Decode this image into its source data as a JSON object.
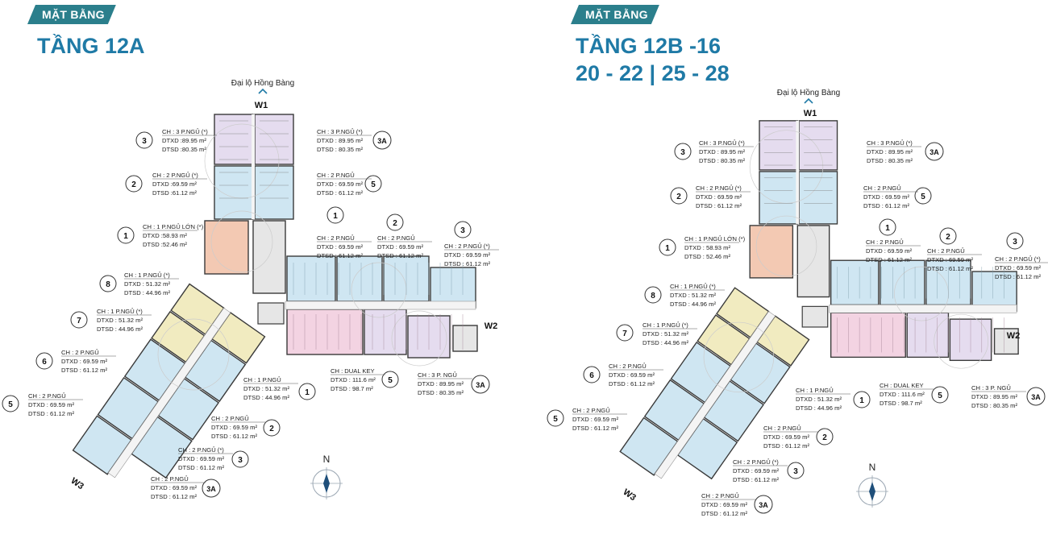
{
  "colors": {
    "brand": "#1f7aa6",
    "badge": "#2b7f8c",
    "unit_2br": "#cfe6f2",
    "unit_3br": "#e5dcef",
    "unit_1br_large": "#f3c9b3",
    "unit_1br": "#f1ebc0",
    "dual_key": "#f3d3e2",
    "core": "#e6e6e6",
    "wall": "#3a3a3a"
  },
  "panels": [
    {
      "badge": "MẶT BẰNG",
      "title_lines": [
        "TẦNG 12A"
      ],
      "road": "Đại lộ Hồng Bàng",
      "wings": [
        "W1",
        "W2",
        "W3"
      ],
      "compass": "N",
      "annotations": [
        {
          "num": "3",
          "lines": [
            "CH : 3 P.NGỦ (*)",
            "DTXD :89.95 m²",
            "DTSD :80.35 m²"
          ]
        },
        {
          "num": "3A",
          "lines": [
            "CH : 3 P.NGỦ (*)",
            "DTXD : 89.95 m²",
            "DTSD : 80.35 m²"
          ]
        },
        {
          "num": "2",
          "lines": [
            "CH : 2 P.NGỦ (*)",
            "DTXD :69.59 m²",
            "DTSD :61.12 m²"
          ]
        },
        {
          "num": "5",
          "lines": [
            "CH : 2 P.NGỦ",
            "DTXD : 69.59 m²",
            "DTSD : 61.12 m²"
          ]
        },
        {
          "num": "1",
          "lines": [
            "CH : 1 P.NGỦ LỚN (*)",
            "DTXD :58.93 m²",
            "DTSD :52.46 m²"
          ]
        },
        {
          "num": "1",
          "lines": [
            "CH : 2 P.NGỦ",
            "DTXD : 69.59 m²",
            "DTSD : 61.12 m²"
          ]
        },
        {
          "num": "2",
          "lines": [
            "CH : 2 P.NGỦ",
            "DTXD : 69.59 m²",
            "DTSD : 61.12 m²"
          ]
        },
        {
          "num": "3",
          "lines": [
            "CH : 2 P.NGỦ (*)",
            "DTXD : 69.59 m²",
            "DTSD : 61.12 m²"
          ]
        },
        {
          "num": "8",
          "lines": [
            "CH : 1 P.NGỦ (*)",
            "DTXD : 51.32 m²",
            "DTSD : 44.96 m²"
          ]
        },
        {
          "num": "7",
          "lines": [
            "CH : 1 P.NGỦ (*)",
            "DTXD : 51.32 m²",
            "DTSD : 44.96 m²"
          ]
        },
        {
          "num": "6",
          "lines": [
            "CH : 2 P.NGỦ",
            "DTXD : 69.59 m²",
            "DTSD : 61.12 m²"
          ]
        },
        {
          "num": "5",
          "lines": [
            "CH : 2 P.NGỦ",
            "DTXD : 69.59 m²",
            "DTSD : 61.12 m²"
          ]
        },
        {
          "num": "5",
          "lines": [
            "CH : DUAL KEY",
            "DTXD : 111.6 m²",
            "DTSD : 98.7 m²"
          ]
        },
        {
          "num": "3A",
          "lines": [
            "CH : 3 P. NGỦ",
            "DTXD : 89.95 m²",
            "DTSD : 80.35 m²"
          ]
        },
        {
          "num": "1",
          "lines": [
            "CH : 1 P.NGỦ",
            "DTXD : 51.32 m²",
            "DTSD : 44.96 m²"
          ]
        },
        {
          "num": "2",
          "lines": [
            "CH : 2 P.NGỦ",
            "DTXD : 69.59 m²",
            "DTSD : 61.12 m²"
          ]
        },
        {
          "num": "3",
          "lines": [
            "CH : 2 P.NGỦ (*)",
            "DTXD : 69.59 m²",
            "DTSD : 61.12 m²"
          ]
        },
        {
          "num": "3A",
          "lines": [
            "CH : 2 P.NGỦ",
            "DTXD : 69.59 m²",
            "DTSD : 61.12 m²"
          ]
        }
      ]
    },
    {
      "badge": "MẶT BẰNG",
      "title_lines": [
        "TẦNG 12B -16",
        "20 - 22 | 25 - 28"
      ],
      "road": "Đại lộ Hồng Bàng",
      "wings": [
        "W1",
        "W2",
        "W3"
      ],
      "compass": "N",
      "annotations": [
        {
          "num": "3",
          "lines": [
            "CH : 3 P.NGỦ (*)",
            "DTXD : 89.95 m²",
            "DTSD : 80.35 m²"
          ]
        },
        {
          "num": "3A",
          "lines": [
            "CH : 3 P.NGỦ (*)",
            "DTXD : 89.95 m²",
            "DTSD : 80.35 m²"
          ]
        },
        {
          "num": "2",
          "lines": [
            "CH : 2 P.NGỦ (*)",
            "DTXD : 69.59 m²",
            "DTSD : 61.12 m²"
          ]
        },
        {
          "num": "5",
          "lines": [
            "CH : 2 P.NGỦ",
            "DTXD : 69.59 m²",
            "DTSD : 61.12 m²"
          ]
        },
        {
          "num": "1",
          "lines": [
            "CH : 1 P.NGỦ LỚN (*)",
            "DTXD : 58.93 m²",
            "DTSD : 52.46 m²"
          ]
        },
        {
          "num": "1",
          "lines": [
            "CH : 2 P.NGỦ",
            "DTXD : 69.59 m²",
            "DTSD : 61.12 m²"
          ]
        },
        {
          "num": "2",
          "lines": [
            "CH : 2 P.NGỦ",
            "DTXD : 69.59 m²",
            "DTSD : 61.12 m²"
          ]
        },
        {
          "num": "3",
          "lines": [
            "CH : 2 P.NGỦ (*)",
            "DTXD : 69.59 m²",
            "DTSD : 61.12 m²"
          ]
        },
        {
          "num": "8",
          "lines": [
            "CH : 1 P.NGỦ (*)",
            "DTXD : 51.32 m²",
            "DTSD : 44.96 m²"
          ]
        },
        {
          "num": "7",
          "lines": [
            "CH : 1 P.NGỦ (*)",
            "DTXD : 51.32 m²",
            "DTSD : 44.96 m²"
          ]
        },
        {
          "num": "6",
          "lines": [
            "CH : 2 P.NGỦ",
            "DTXD : 69.59 m²",
            "DTSD : 61.12 m²"
          ]
        },
        {
          "num": "5",
          "lines": [
            "CH : 2 P.NGỦ",
            "DTXD : 69.59 m²",
            "DTSD : 61.12 m²"
          ]
        },
        {
          "num": "5",
          "lines": [
            "CH : DUAL KEY",
            "DTXD : 111.6 m²",
            "DTSD : 98.7 m²"
          ]
        },
        {
          "num": "3A",
          "lines": [
            "CH : 3 P. NGỦ",
            "DTXD : 89.95 m²",
            "DTSD : 80.35 m²"
          ]
        },
        {
          "num": "1",
          "lines": [
            "CH : 1 P.NGỦ",
            "DTXD : 51.32 m²",
            "DTSD : 44.96 m²"
          ]
        },
        {
          "num": "2",
          "lines": [
            "CH : 2 P.NGỦ",
            "DTXD : 69.59 m²",
            "DTSD : 61.12 m²"
          ]
        },
        {
          "num": "3",
          "lines": [
            "CH : 2 P.NGỦ (*)",
            "DTXD : 69.59 m²",
            "DTSD : 61.12 m²"
          ]
        },
        {
          "num": "3A",
          "lines": [
            "CH : 2 P.NGỦ",
            "DTXD : 69.59 m²",
            "DTSD : 61.12 m²"
          ]
        }
      ]
    }
  ]
}
